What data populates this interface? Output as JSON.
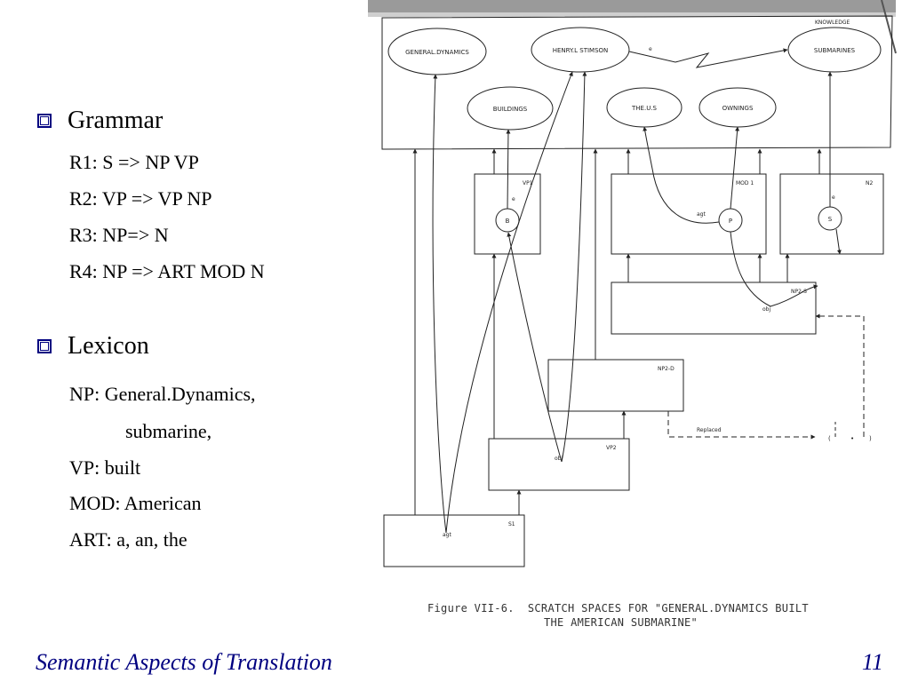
{
  "slide": {
    "grammar": {
      "heading": "Grammar",
      "rules": [
        "R1: S => NP VP",
        "R2: VP => VP NP",
        "R3: NP=> N",
        "R4: NP => ART MOD N"
      ]
    },
    "lexicon": {
      "heading": "Lexicon",
      "entries": [
        "NP: General.Dynamics,",
        "submarine,",
        "VP: built",
        "MOD: American",
        "ART: a, an, the"
      ]
    },
    "footer": {
      "title": "Semantic Aspects of Translation",
      "page_number": "11"
    },
    "colors": {
      "accent": "#000080"
    }
  },
  "figure": {
    "nodes": {
      "knowledge": "KNOWLEDGE",
      "general_dynamics": "GENERAL.DYNAMICS",
      "henry_stimson": "HENRY.L STIMSON",
      "submarines": "SUBMARINES",
      "buildings": "BUILDINGS",
      "the_us": "THE.U.S",
      "ownings": "OWNINGS",
      "b": "B",
      "p": "P",
      "s": "S",
      "e1": "e",
      "e2": "e",
      "e3": "e"
    },
    "boxes": {
      "vp1": "VP1",
      "mod1": "MOD 1",
      "n2": "N2",
      "np2s": "NP2-S",
      "np2d": "NP2-D",
      "vp2": "VP2",
      "s1": "S1"
    },
    "edges": {
      "agt1": "agt",
      "agt2": "agt",
      "obj1": "obj",
      "obj2": "obj",
      "replaced": "Replaced"
    },
    "caption_line1": "Figure VII-6.  SCRATCH SPACES FOR \"GENERAL.DYNAMICS BUILT",
    "caption_line2": "THE AMERICAN SUBMARINE\""
  }
}
